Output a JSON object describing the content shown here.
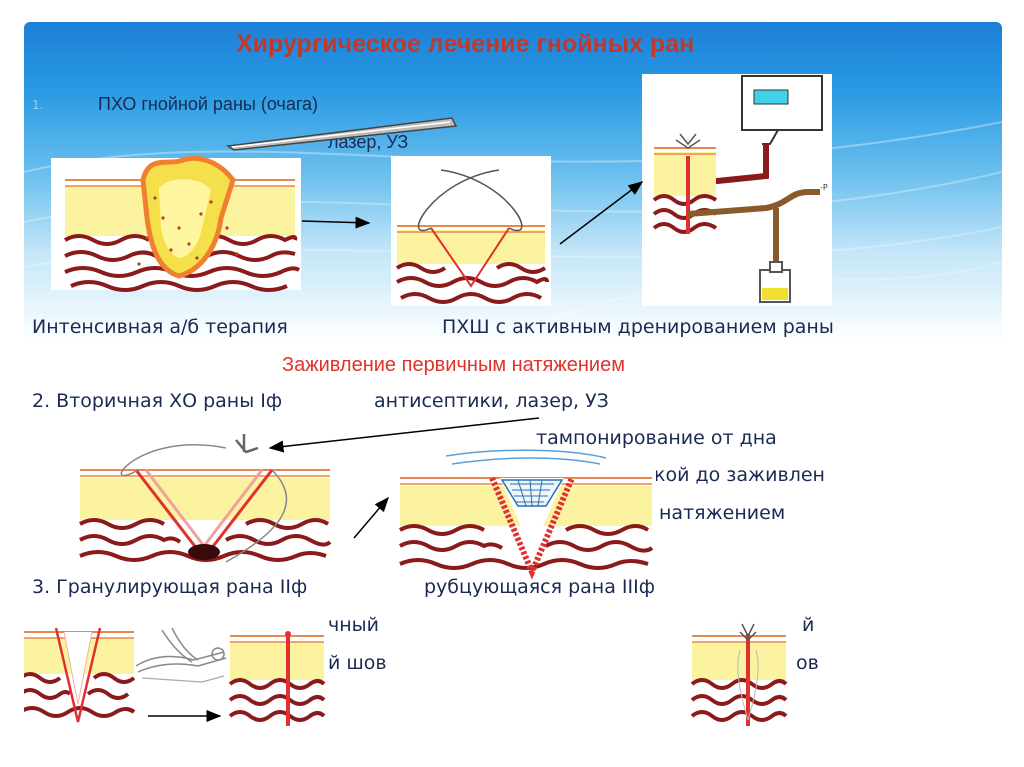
{
  "title": "Хирургическое лечение гнойных ран",
  "step1": {
    "number": "1.",
    "label": "ПХО  гнойной раны  (очага)",
    "tools": "лазер, УЗ",
    "therapy": "Интенсивная а/б терапия",
    "suture": "ПХШ с активным дренированием раны",
    "healing": "Заживление первичным натяжением"
  },
  "step2": {
    "label": "2. Вторичная ХО  раны Iф",
    "tools": "антисептики, лазер, УЗ",
    "tamponade": "тампонирование от дна",
    "healing_fragment": "кой до заживлен",
    "tension_fragment": "натяжением"
  },
  "step3": {
    "label": "3. Гранулирующая рана IIф",
    "scarring": "рубцующаяся   рана   IIIф",
    "fragment_a": "чный",
    "fragment_b": "й шов",
    "fragment_c": "й",
    "fragment_d": "ов"
  },
  "colors": {
    "title": "#c0392b",
    "accent_text": "#e0322a",
    "body_text": "#1a2a52",
    "fat_layer": "#fbf3a0",
    "tissue": "#8b1a1a",
    "skin_line": "#e8884a",
    "incision": "#e03030"
  }
}
